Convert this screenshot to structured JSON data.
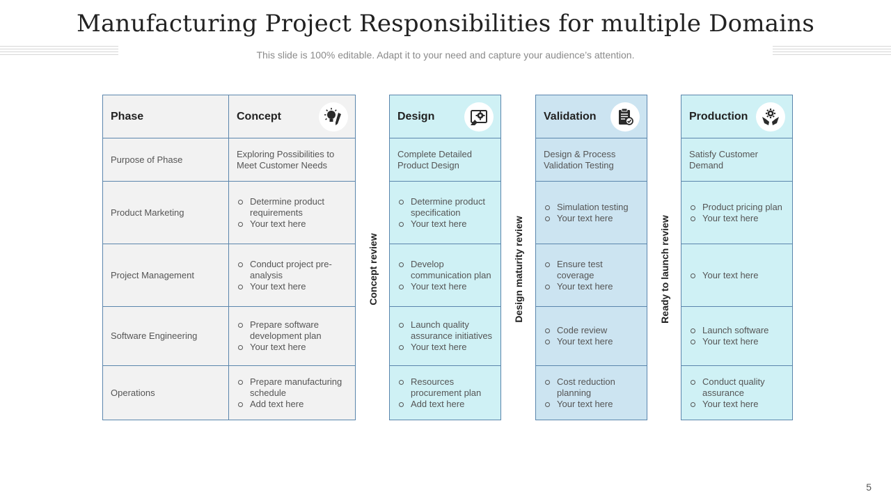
{
  "slide": {
    "title": "Manufacturing Project Responsibilities for multiple Domains",
    "subtitle": "This slide is 100% editable. Adapt it to your need and capture your audience’s attention.",
    "page_number": "5"
  },
  "phase_table": {
    "phase_header": "Phase",
    "concept_header": "Concept",
    "concept_icon": "idea-pencil-icon",
    "rows": [
      {
        "phase": "Purpose of Phase",
        "concept_text": "Exploring Possibilities to Meet Customer Needs"
      },
      {
        "phase": "Product Marketing",
        "concept_bullets": [
          "Determine product requirements",
          "Your text here"
        ]
      },
      {
        "phase": "Project Management",
        "concept_bullets": [
          "Conduct project pre-analysis",
          "Your text here"
        ]
      },
      {
        "phase": "Software Engineering",
        "concept_bullets": [
          "Prepare software development  plan",
          "Your text here"
        ]
      },
      {
        "phase": "Operations",
        "concept_bullets": [
          "Prepare manufacturing schedule",
          "Add text here"
        ]
      }
    ]
  },
  "design": {
    "header": "Design",
    "icon": "design-gear-icon",
    "purpose": "Complete Detailed Product Design",
    "rows": [
      [
        "Determine product specification",
        "Your text here"
      ],
      [
        "Develop communication plan",
        "Your text here"
      ],
      [
        "Launch quality assurance initiatives",
        "Your text here"
      ],
      [
        "Resources procurement plan",
        "Add text here"
      ]
    ]
  },
  "validation": {
    "header": "Validation",
    "icon": "clipboard-check-icon",
    "purpose": "Design & Process Validation Testing",
    "rows": [
      [
        "Simulation testing",
        "Your text here"
      ],
      [
        "Ensure test coverage",
        "Your text here"
      ],
      [
        "Code review",
        "Your text here"
      ],
      [
        "Cost reduction planning",
        "Your text here"
      ]
    ]
  },
  "production": {
    "header": "Production",
    "icon": "hands-gear-icon",
    "purpose": "Satisfy Customer Demand",
    "rows": [
      [
        "Product pricing plan",
        "Your text here"
      ],
      [
        "Your text here"
      ],
      [
        "Launch software",
        "Your text here"
      ],
      [
        "Conduct quality assurance",
        "Your text here"
      ]
    ]
  },
  "reviews": {
    "concept": "Concept review",
    "design": "Design maturity review",
    "launch": "Ready to launch review"
  },
  "colors": {
    "border": "#5a85ac",
    "gray_fill": "#f2f2f2",
    "cyan_fill": "#cff1f5",
    "blue_fill": "#cce4f1"
  }
}
